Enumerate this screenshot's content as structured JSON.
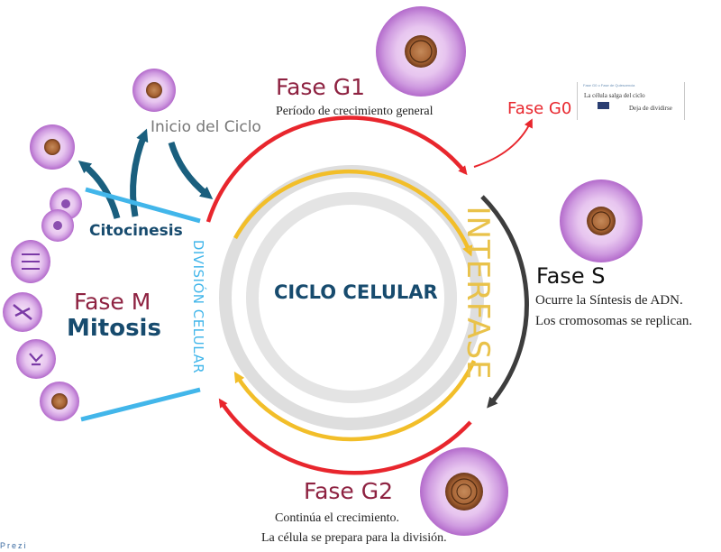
{
  "title": "CICLO CELULAR",
  "interphase_label": "INTERFASE",
  "division_label": "DIVISIÓN CELULAR",
  "phases": {
    "g1": {
      "name": "Fase G1",
      "description": "Período de crecimiento general"
    },
    "s": {
      "name": "Fase S",
      "description_lines": [
        "Ocurre la Síntesis de ADN.",
        "Los cromosomas se replican."
      ]
    },
    "g2": {
      "name": "Fase G2",
      "description_lines": [
        "Continúa el crecimiento.",
        "La célula se prepara para la división."
      ]
    },
    "g0": {
      "name": "Fase G0",
      "card": {
        "header": "Fase G0 o Fase de Quiescencia",
        "line1": "La célula salga del ciclo",
        "line2": "Deja de dividirse"
      }
    },
    "m": {
      "name": "Fase M",
      "subtitle": "Mitosis"
    }
  },
  "cytokinesis_label": "Citocinesis",
  "start_label": "Inicio del Ciclo",
  "watermark": "Prezi",
  "colors": {
    "red": "#e8262d",
    "yellow": "#f2be29",
    "gray_ring": "#d8d8d8",
    "dark_arrow": "#3d3d3d",
    "teal_arrow": "#1a5f7e",
    "light_blue": "#42b6ea",
    "title_blue": "#174b6e",
    "phase_red": "#8e2241",
    "interphase_gold": "#e9c24a",
    "cell_membrane": "#b25fc8",
    "cell_nucleus": "#9c5a2b"
  }
}
